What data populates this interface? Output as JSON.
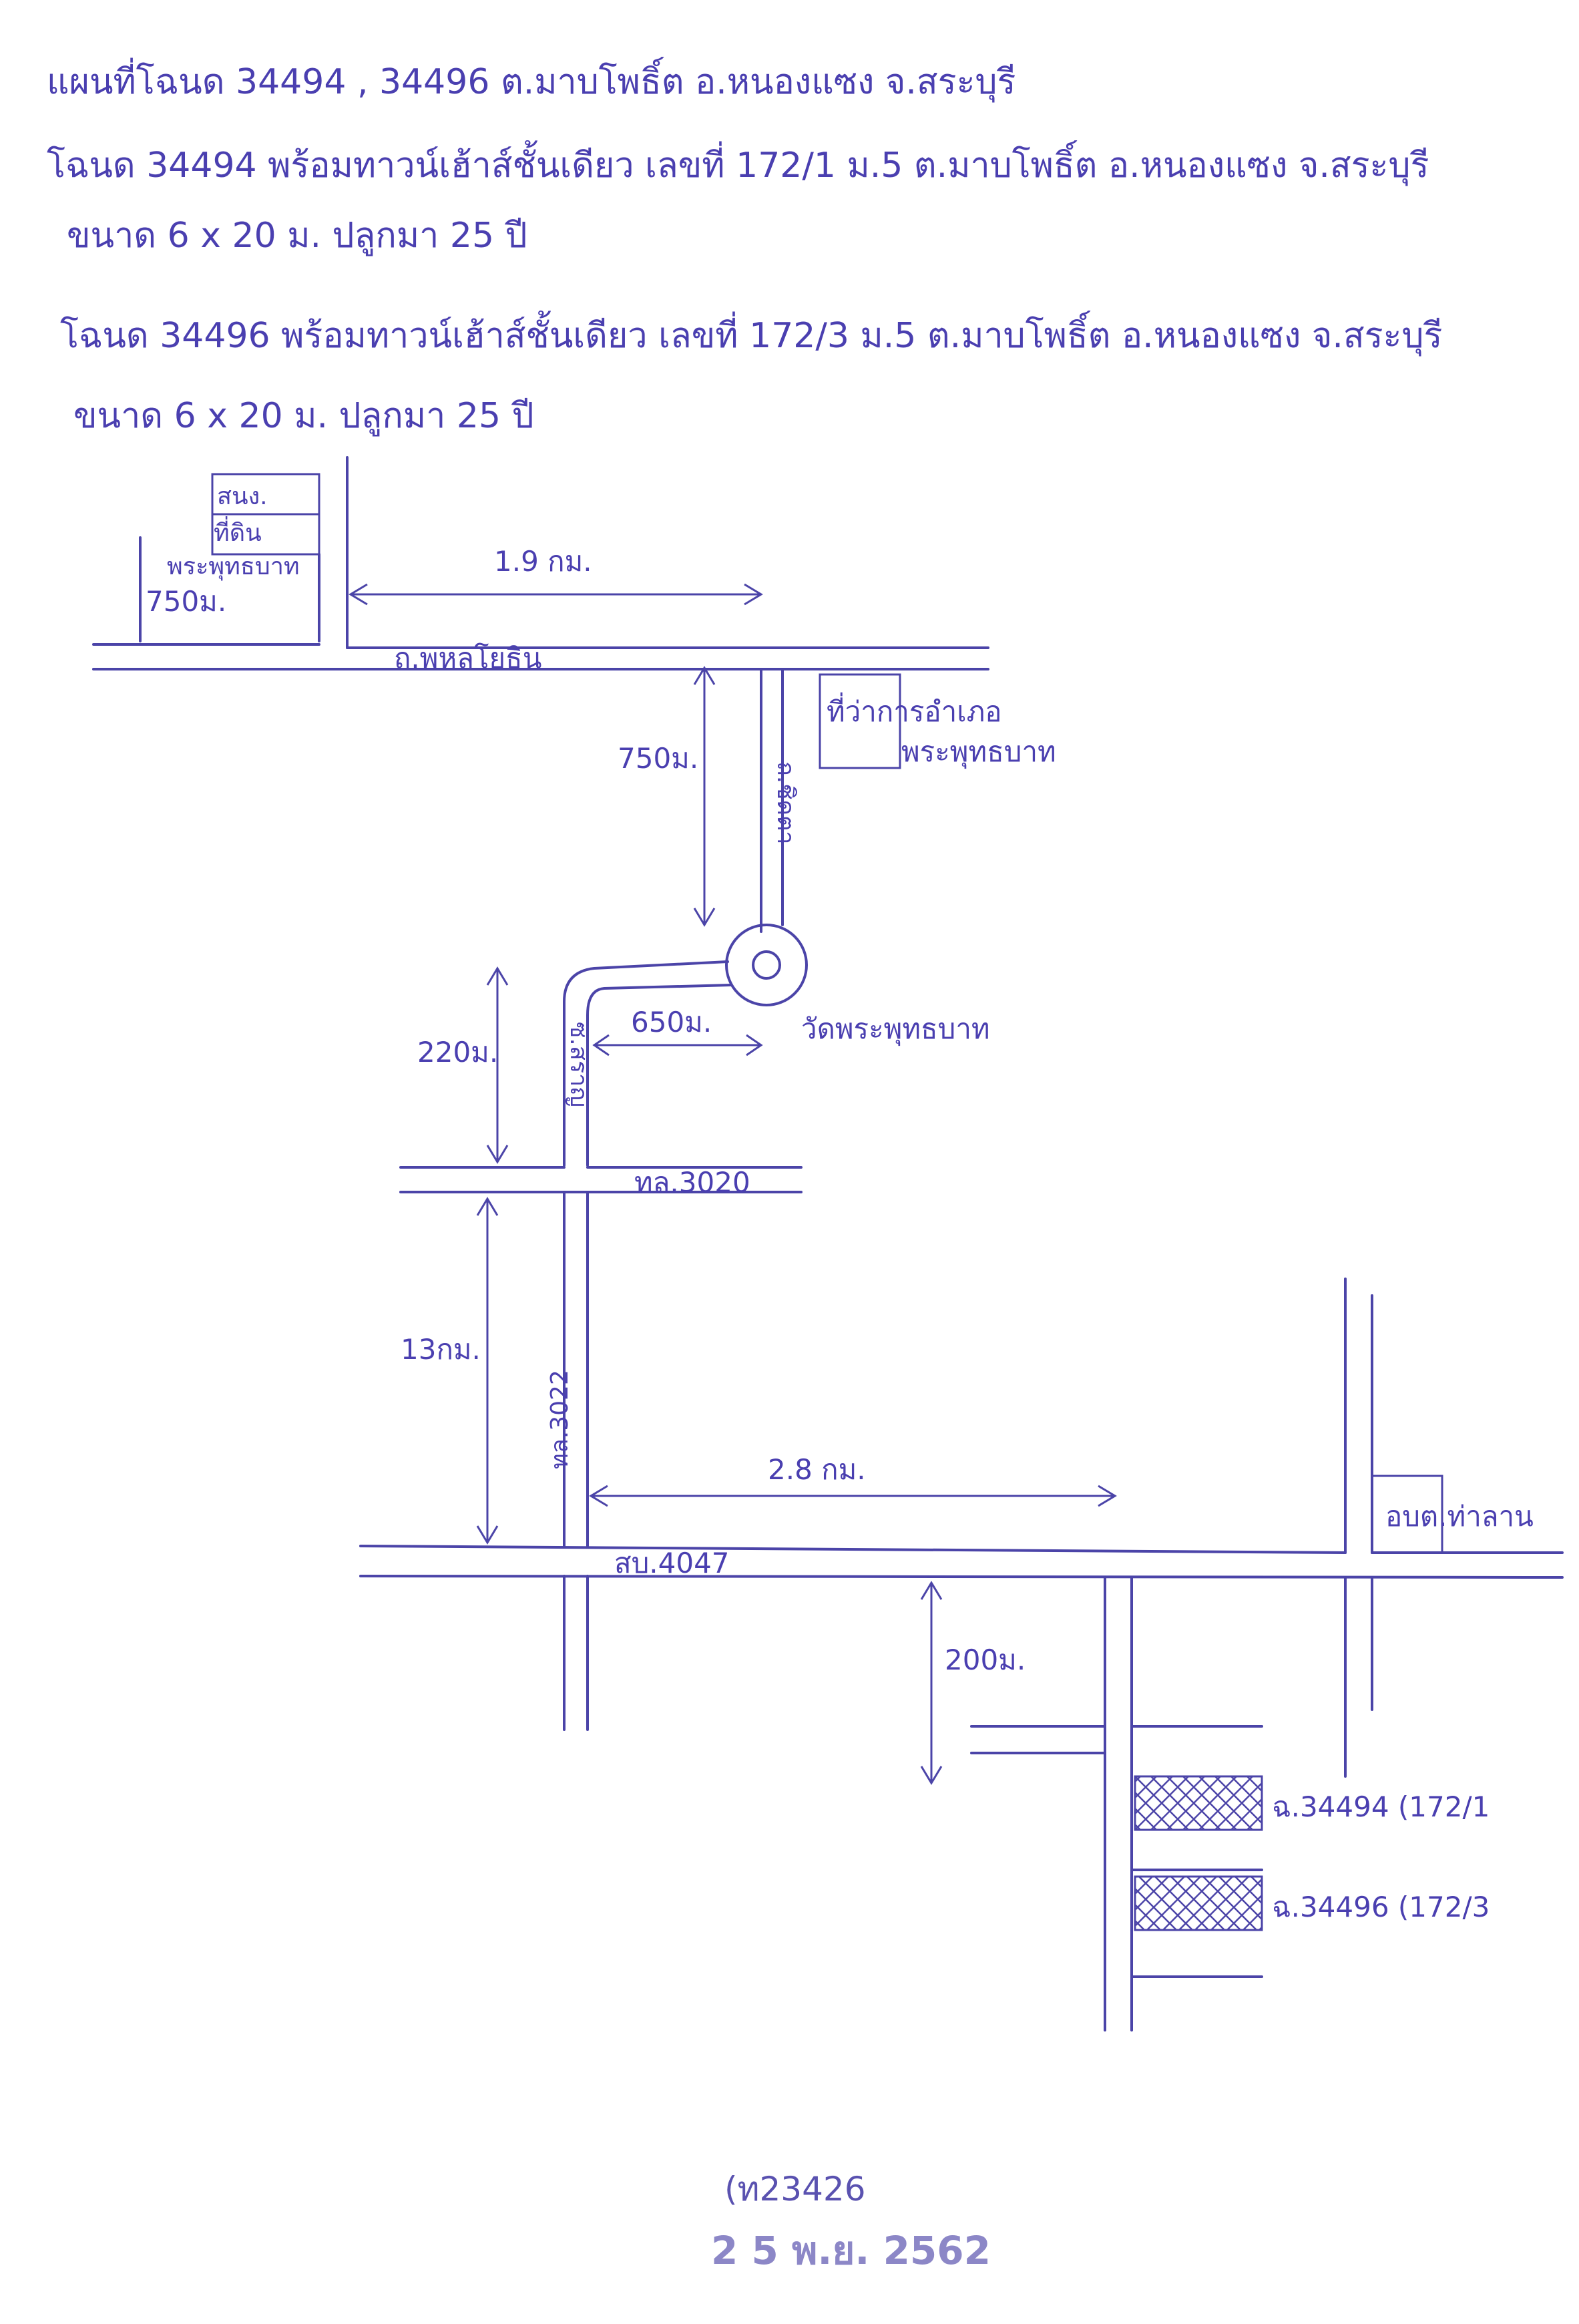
{
  "header": {
    "line1": "แผนที่โฉนด 34494 , 34496   ต.มาบโพธิ์ต  อ.หนองแซง  จ.สระบุรี",
    "line2": "โฉนด 34494  พร้อมทาวน์เฮ้าส์ชั้นเดียว เลขที่ 172/1 ม.5 ต.มาบโพธิ์ต อ.หนองแซง จ.สระบุรี",
    "line3": "ขนาด 6 x 20 ม.     ปลูกมา 25 ปี",
    "line4": "โฉนด 34496  พร้อมทาวน์เฮ้าส์ชั้นเดียว เลขที่ 172/3 ม.5 ต.มาบโพธิ์ต อ.หนองแซง จ.สระบุรี",
    "line5": "ขนาด 6 x 20 ม.    ปลูกมา 25 ปี"
  },
  "labels": {
    "land_office_l1": "สนง.",
    "land_office_l2": "ที่ดิน",
    "land_office_l3": "พระพุทธบาท",
    "dist_750_left": "750ม.",
    "dist_19km": "1.9 กม.",
    "road_phahon": "ถ.พหลโยธิน",
    "district_office_l1": "ที่ว่าการอำเภอ",
    "district_office_l2": "พระพุทธบาท",
    "dist_750_mid": "750ม.",
    "road_vertical": "ถ.ชิดตา",
    "temple": "วัดพระพุทธบาท",
    "dist_650": "650ม.",
    "dist_220": "220ม.",
    "road_small": "ซ.สราญ",
    "road_3020": "ทล.3020",
    "dist_13km": "13กม.",
    "road_3022": "ทล.3022",
    "dist_28km": "2.8 กม.",
    "obt": "อบต.ท่าลาน",
    "road_4047": "สบ.4047",
    "dist_200": "200ม.",
    "plot1": "ฉ.34494 (172/1",
    "plot2": "ฉ.34496 (172/3"
  },
  "stamp": {
    "number": "(ท23426",
    "date": "2 5 พ.ย. 2562"
  }
}
